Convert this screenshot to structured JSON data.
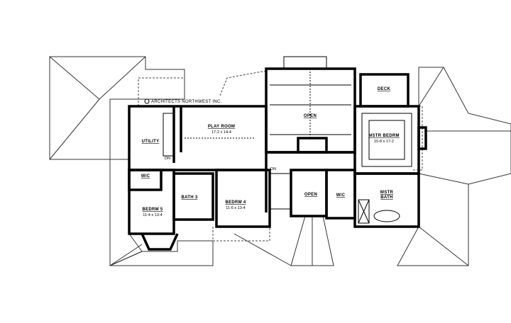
{
  "credit": "ARCHITECTS NORTHWEST INC.",
  "rooms": {
    "play_room": {
      "name": "PLAY ROOM",
      "size": "17-2 x 14-4"
    },
    "open_top": {
      "name": "OPEN"
    },
    "deck": {
      "name": "DECK"
    },
    "master_bedroom": {
      "name": "MSTR BEDRM",
      "size": "15-8 x 17-2"
    },
    "utility": {
      "name": "UTILITY"
    },
    "wic_left": {
      "name": "W/C"
    },
    "bath3": {
      "name": "BATH 3"
    },
    "bedroom4": {
      "name": "BEDRM 4",
      "size": "11-6 x 13-4"
    },
    "bedroom5": {
      "name": "BEDRM 5",
      "size": "11-4 x 13-4"
    },
    "open_stair": {
      "name": "OPEN"
    },
    "wic_master": {
      "name": "W/C"
    },
    "master_bath": {
      "name": "MSTR",
      "name2": "BATH"
    }
  },
  "stairs": {
    "dn_left": "DN",
    "dn_right": "DN"
  }
}
